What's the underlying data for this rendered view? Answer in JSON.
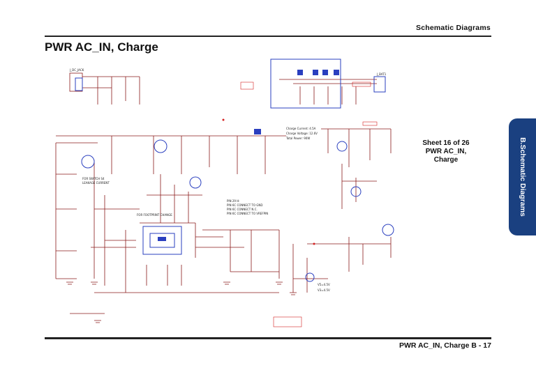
{
  "header": {
    "section_label": "Schematic Diagrams"
  },
  "page": {
    "title": "PWR AC_IN, Charge"
  },
  "sheet": {
    "line1": "Sheet 16 of 26",
    "line2": "PWR AC_IN,",
    "line3": "Charge"
  },
  "side_tab": {
    "label": "B.Schematic Diagrams"
  },
  "footer": {
    "label": "PWR AC_IN, Charge B - 17"
  },
  "schematic": {
    "colors": {
      "wire": "#8a1b1b",
      "net_red": "#d42020",
      "ic_blue": "#2a3fbf",
      "text": "#222222"
    },
    "labels": {
      "j_dc_jack": "J_DC_JACK",
      "charge_current": "Charge Current: 4.5A",
      "charge_voltage": "Charge Voltage: 12.6V",
      "total_power": "Total Power: 90W",
      "pin_config_1": "PIN 29 H:",
      "pin_config_2": "PIN 6C CONNECT TO GND",
      "pin_config_3": "PIN 6C CONNECT N.C.",
      "pin_config_4": "PIN 6C CONNECT TO VREFPIN",
      "for_switch": "FOR SWITCH S4",
      "for_switch2": "LEAKAGE CURRENT",
      "for_footprint": "FOR FOOTPRINT CHANGE",
      "v5": "V5=4.5V",
      "v3": "V3=4.5V",
      "bat": "J_BAT1"
    }
  }
}
